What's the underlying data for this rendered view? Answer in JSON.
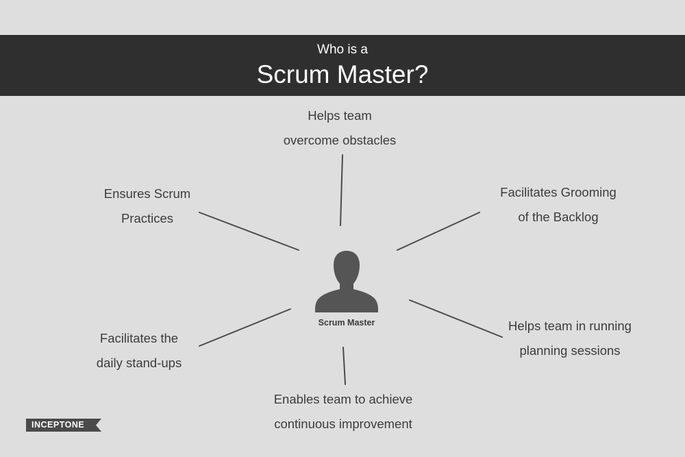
{
  "header": {
    "subtitle": "Who is a",
    "title": "Scrum Master?"
  },
  "center": {
    "label": "Scrum Master",
    "icon": "person-icon"
  },
  "nodes": {
    "top": [
      "Helps team",
      "overcome obstacles"
    ],
    "upper_left": [
      "Ensures Scrum",
      "Practices"
    ],
    "upper_right": [
      "Facilitates Grooming",
      "of the Backlog"
    ],
    "lower_left": [
      "Facilitates the",
      "daily stand-ups"
    ],
    "lower_right": [
      "Helps team in running",
      "planning sessions"
    ],
    "bottom": [
      "Enables team to achieve",
      "continuous improvement"
    ]
  },
  "logo": {
    "text": "INCEPTONE"
  },
  "colors": {
    "background": "#dedede",
    "title_bar": "#2f2f2f",
    "text": "#3c3c3c",
    "lines": "#4a4a4a",
    "icon": "#555555"
  }
}
